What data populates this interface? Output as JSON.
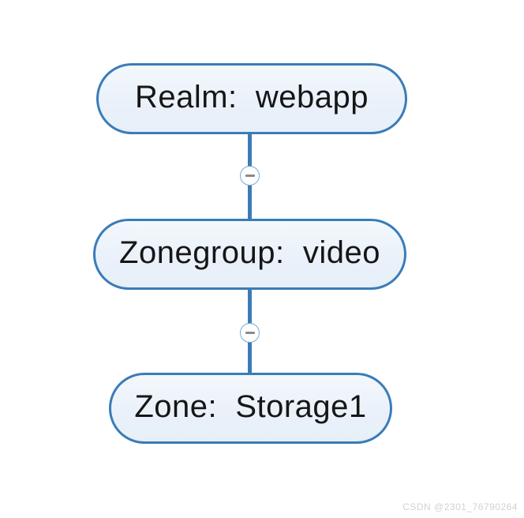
{
  "page": {
    "background": "#ffffff",
    "watermark": "CSDN @2301_76790264"
  },
  "diagram": {
    "type": "vertical-tree",
    "colors": {
      "accent": "#3a7cb8",
      "node_fill": "#eaf1fa",
      "node_text": "#161616",
      "toggle_border": "#79aad3",
      "minus": "#8a8a8a",
      "watermark": "#d2d2d2"
    },
    "nodes": [
      {
        "id": "realm",
        "label": "Realm:  webapp"
      },
      {
        "id": "zonegroup",
        "label": "Zonegroup:  video"
      },
      {
        "id": "zone",
        "label": "Zone:  Storage1"
      }
    ],
    "connectors": [
      {
        "from": "realm",
        "to": "zonegroup",
        "toggle_icon": "minus-icon",
        "toggle_state": "expanded"
      },
      {
        "from": "zonegroup",
        "to": "zone",
        "toggle_icon": "minus-icon",
        "toggle_state": "expanded"
      }
    ]
  }
}
